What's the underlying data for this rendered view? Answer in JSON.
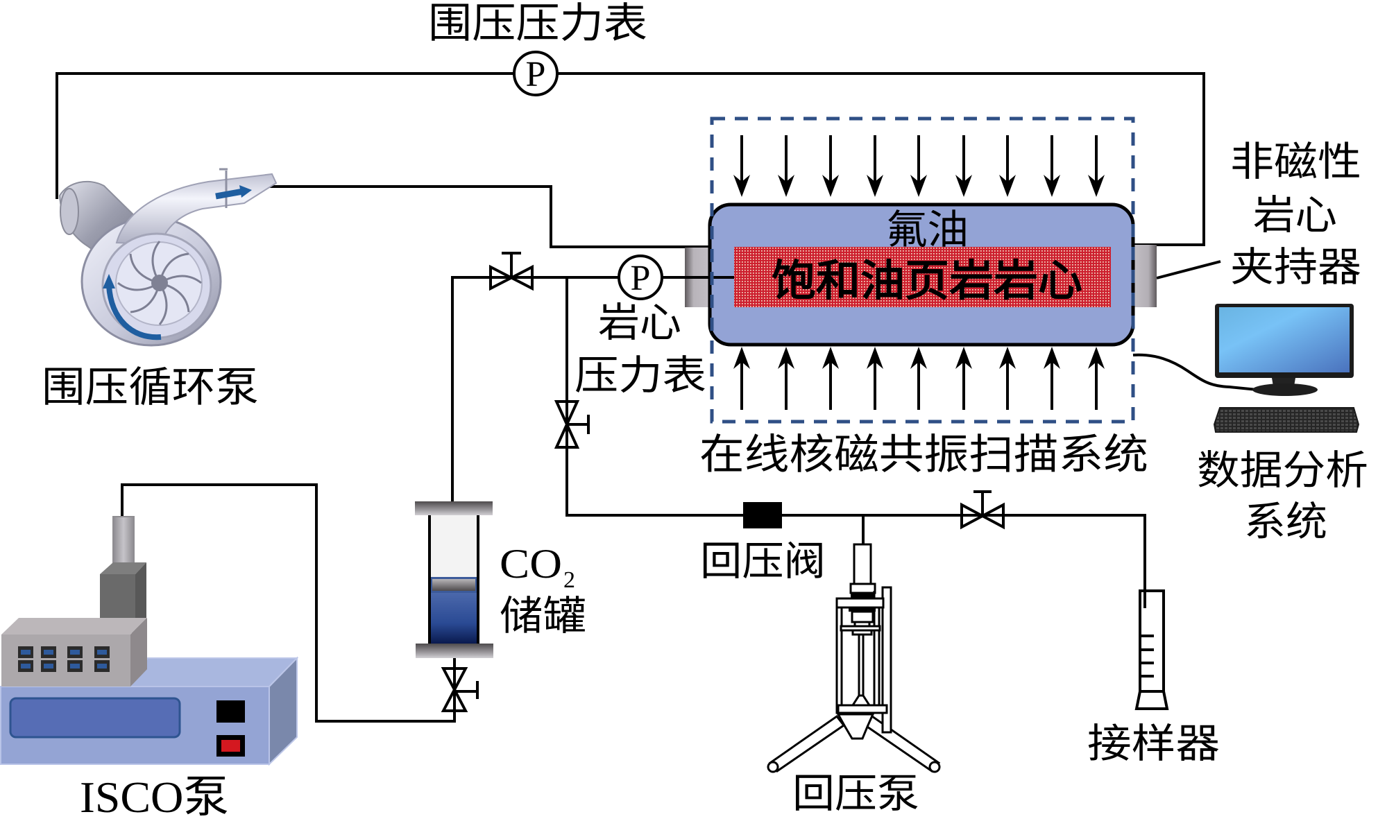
{
  "figure": {
    "title": "围压压力表",
    "gauge_symbol": "P",
    "labels": {
      "confining_pressure_gauge": "围压压力表",
      "confining_circulation_pump": "围压循环泵",
      "fluorinated_oil": "氟油",
      "core_sample": "饱和油页岩岩心",
      "core_holder": [
        "非磁性",
        "岩心",
        "夹持器"
      ],
      "core_pressure_gauge": [
        "岩心",
        "压力表"
      ],
      "nmr_system": "在线核磁共振扫描系统",
      "data_analysis_system": [
        "数据分析",
        "系统"
      ],
      "co2_tank": {
        "formula": "CO",
        "subscript": "2",
        "name": "储罐"
      },
      "isco_pump": "ISCO泵",
      "back_pressure_valve": "回压阀",
      "back_pressure_pump": "回压泵",
      "sampler": "接样器"
    },
    "colors": {
      "vessel_fill": "#93a3d5",
      "core_fill": "#cd1f2e",
      "nmr_dashed_box": "#2f4f85",
      "isco_body": "#94a4d4",
      "isco_display": "#566db5",
      "isco_red_button": "#d41820",
      "co2_liquid": "#2a4a94",
      "pump_flow_arrow": "#1f5ea0",
      "pipe": "#000000"
    }
  }
}
